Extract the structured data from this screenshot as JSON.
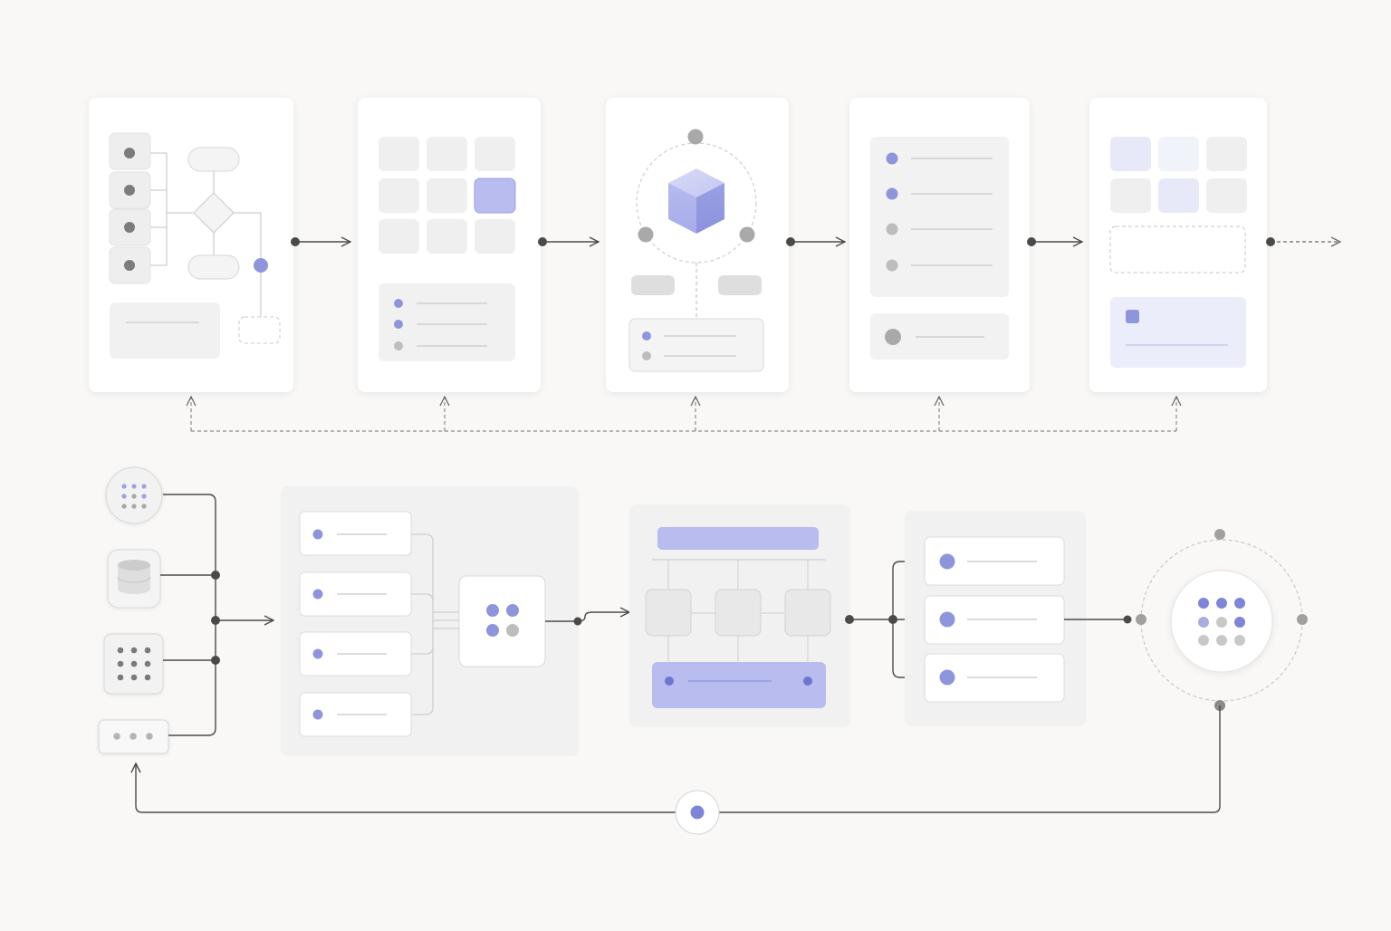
{
  "diagram": {
    "colors": {
      "background": "#f9f8f6",
      "card": "#ffffff",
      "panel": "#f1f1f1",
      "tile": "#efefef",
      "accent": "#8f95da",
      "accent_light": "#b8bcee",
      "accent_pale": "#ecedfa",
      "node_dark": "#7c7c7c",
      "node_gray": "#b4b4b4",
      "connector": "#4a4a4a",
      "dashed": "#9a9a9a"
    },
    "top_row": {
      "stages": [
        {
          "name": "stage-flowchart",
          "icon": "flowchart-icon"
        },
        {
          "name": "stage-grid-layout",
          "icon": "grid-icon"
        },
        {
          "name": "stage-cube-orbit",
          "icon": "cube-icon"
        },
        {
          "name": "stage-checklist",
          "icon": "list-icon"
        },
        {
          "name": "stage-dashboard",
          "icon": "dashboard-icon"
        }
      ],
      "feedback": "dashed-return-line"
    },
    "bottom_row": {
      "inputs": [
        "dots-grid-icon",
        "database-icon",
        "keypad-icon",
        "ellipsis-icon"
      ],
      "panels": [
        "list-panel",
        "hierarchy-panel",
        "output-panel"
      ],
      "hub": "orbit-hub-icon",
      "loop": "return-loop"
    }
  }
}
